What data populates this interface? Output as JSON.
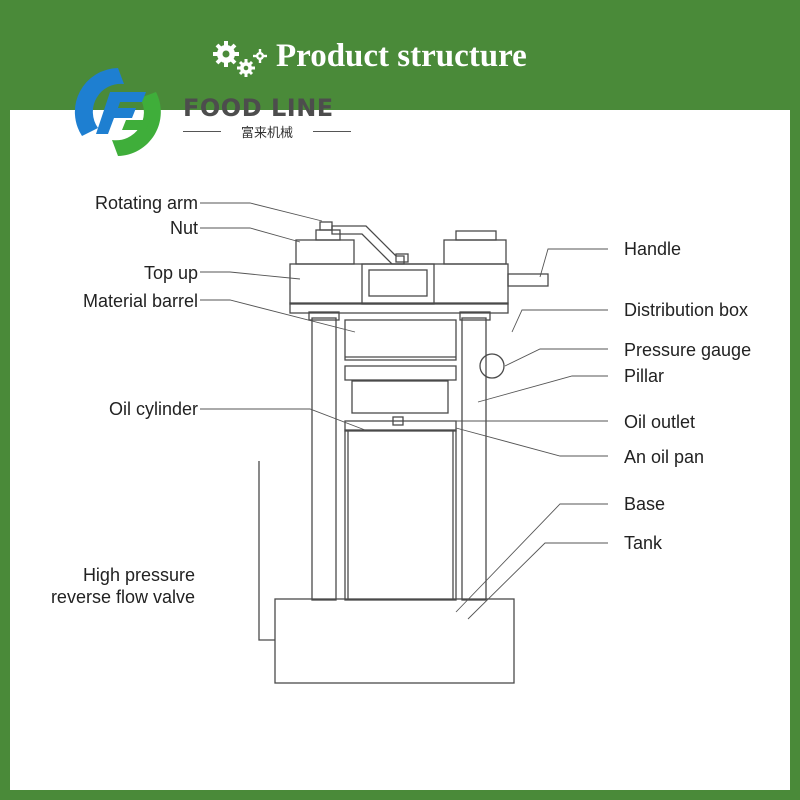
{
  "header": {
    "title": "Product structure",
    "icon": "gears-icon",
    "background": "#4a8a39"
  },
  "logo": {
    "brand": "FOOD LINE",
    "subtitle": "富来机械",
    "colors": {
      "blue": "#1e7fd1",
      "green": "#3fae3a"
    }
  },
  "labels_left": {
    "rotating_arm": "Rotating arm",
    "nut": "Nut",
    "top_up": "Top up",
    "material_barrel": "Material barrel",
    "oil_cylinder": "Oil cylinder",
    "valve_line1": "High pressure",
    "valve_line2": "reverse flow valve"
  },
  "labels_right": {
    "handle": "Handle",
    "distribution_box": "Distribution box",
    "pressure_gauge": "Pressure gauge",
    "pillar": "Pillar",
    "oil_outlet": "Oil outlet",
    "oil_pan": "An oil pan",
    "base": "Base",
    "tank": "Tank"
  }
}
